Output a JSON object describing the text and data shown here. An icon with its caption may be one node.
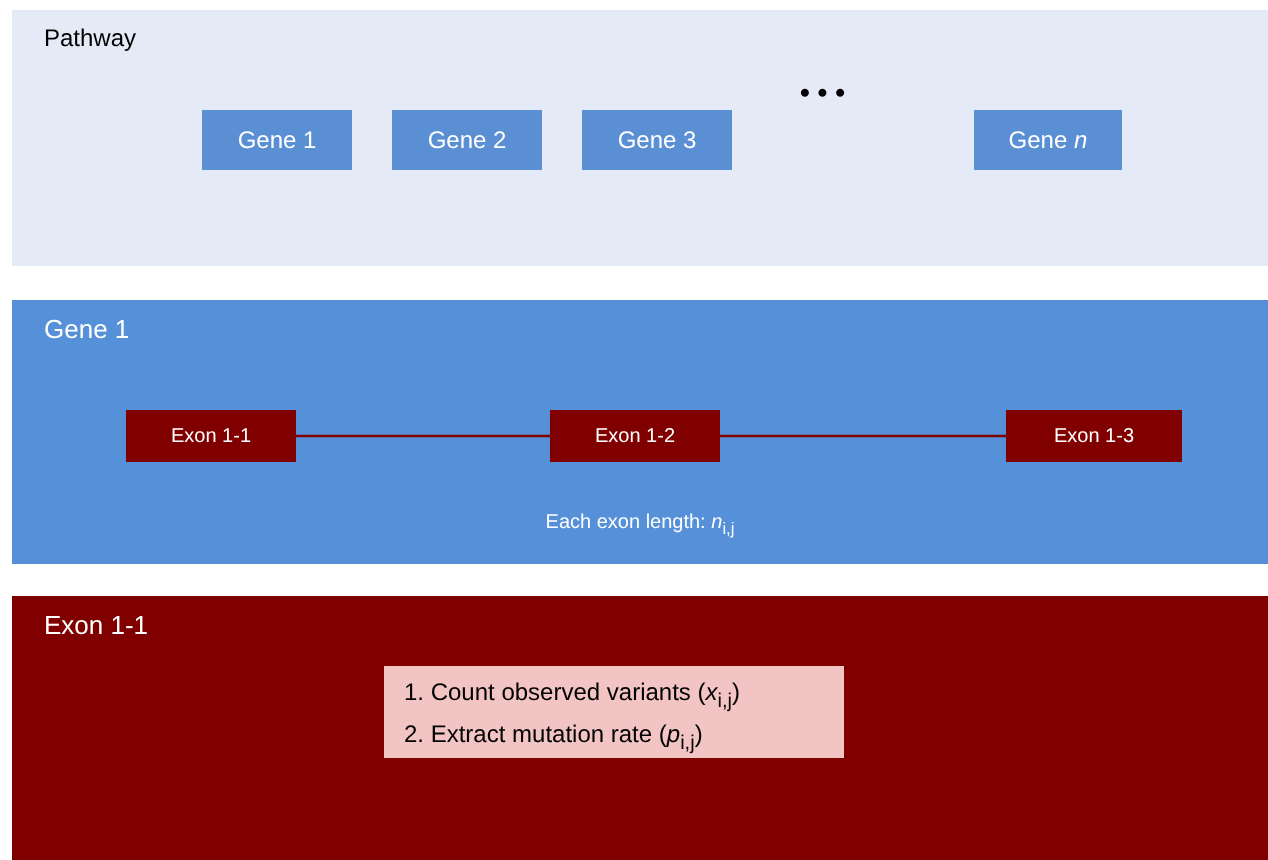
{
  "diagram": {
    "nodes": [
      {
        "text": [
          "Pathway"
        ]
      },
      {
        "text": [
          "Gene 1"
        ],
        "in": 0
      },
      {
        "text": [
          "Gene 2"
        ],
        "in": 0
      },
      {
        "text": [
          "Gene 3"
        ],
        "in": 0
      },
      {
        "text": [
          "Gene *n*"
        ],
        "in": 0
      },
      {
        "text": [
          "Gene 1",
          "Each exon length: *n*$_{i,j}$"
        ]
      },
      {
        "text": [
          "Exon 1-1"
        ],
        "in": 5
      },
      {
        "text": [
          "Exon 1-2"
        ],
        "in": 5
      },
      {
        "text": [
          "Exon 1-3"
        ],
        "in": 5
      },
      {
        "text": [
          "Exon 1-1"
        ]
      },
      {
        "text": [
          "1. Count observed variants (*x*$_{i,j}$)",
          "2. Extract mutation rate (*p*$_{i,j}$)"
        ],
        "in": 9
      }
    ],
    "edges": [
      {
        "from": 6,
        "to": 7,
        "arrow": "none"
      },
      {
        "from": 7,
        "to": 8,
        "arrow": "none"
      }
    ],
    "labels": [
      "• • •"
    ]
  }
}
